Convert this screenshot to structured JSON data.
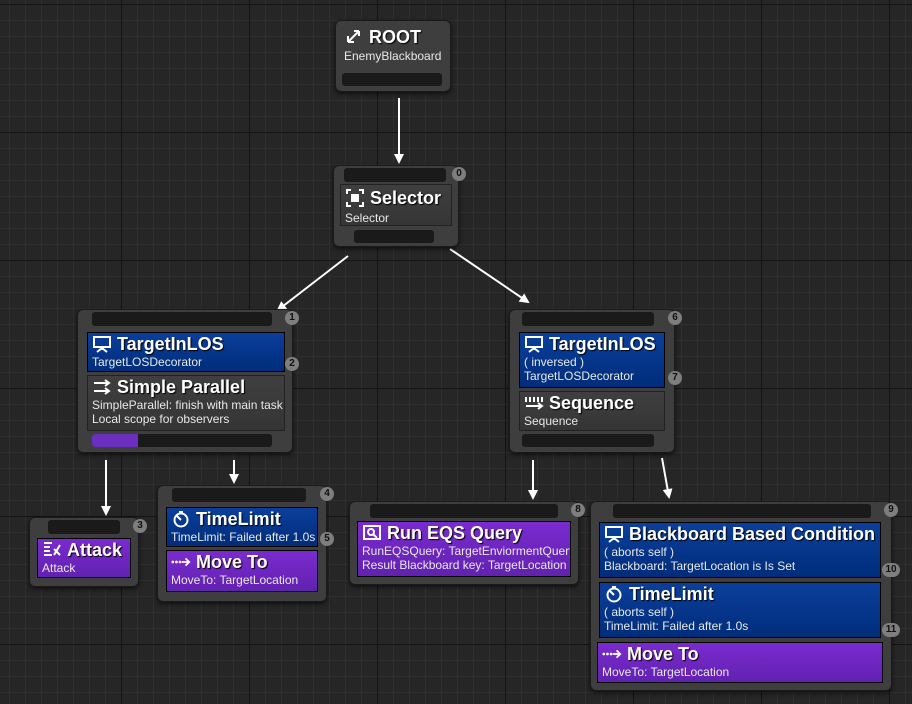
{
  "root": {
    "title": "ROOT",
    "subtitle": "EnemyBlackboard",
    "icon": "root-icon"
  },
  "selector": {
    "title": "Selector",
    "subtitle": "Selector",
    "index": "0",
    "icon": "selector-icon"
  },
  "left_branch": {
    "index": "1",
    "decorator": {
      "title": "TargetInLOS",
      "subtitle": "TargetLOSDecorator",
      "index": "2",
      "icon": "monitor-icon"
    },
    "composite": {
      "title": "Simple Parallel",
      "line1": "SimpleParallel: finish with main task",
      "line2": "Local scope for observers",
      "icon": "parallel-arrows-icon"
    }
  },
  "attack": {
    "index": "3",
    "title": "Attack",
    "subtitle": "Attack",
    "icon": "attack-icon"
  },
  "timelimit_group": {
    "index": "4",
    "decorator": {
      "title": "TimeLimit",
      "subtitle": "TimeLimit: Failed after 1.0s",
      "index": "5",
      "icon": "stopwatch-icon"
    },
    "task": {
      "title": "Move To",
      "subtitle": "MoveTo: TargetLocation",
      "icon": "move-arrow-icon"
    }
  },
  "right_branch": {
    "index": "6",
    "decorator": {
      "title": "TargetInLOS",
      "line1": "( inversed )",
      "line2": "TargetLOSDecorator",
      "index": "7",
      "icon": "monitor-icon"
    },
    "composite": {
      "title": "Sequence",
      "subtitle": "Sequence",
      "icon": "sequence-icon"
    }
  },
  "eqs": {
    "index": "8",
    "title": "Run EQS Query",
    "line1": "RunEQSQuery: TargetEnviormentQuery",
    "line2": "Result Blackboard key: TargetLocation",
    "icon": "eqs-icon"
  },
  "bb_group": {
    "index": "9",
    "bb_decorator": {
      "title": "Blackboard Based Condition",
      "line1": "( aborts self )",
      "line2": "Blackboard: TargetLocation is Is Set",
      "index": "10",
      "icon": "monitor-icon"
    },
    "time_decorator": {
      "title": "TimeLimit",
      "line1": "( aborts self )",
      "line2": "TimeLimit: Failed after 1.0s",
      "index": "11",
      "icon": "stopwatch-icon"
    },
    "task": {
      "title": "Move To",
      "subtitle": "MoveTo: TargetLocation",
      "icon": "move-arrow-icon"
    }
  },
  "colors": {
    "decorator": "#0b3f9c",
    "task": "#7a2bcf",
    "node": "#3e3e3e",
    "wire": "#ffffff",
    "active_pin": "#6b2fbf"
  }
}
